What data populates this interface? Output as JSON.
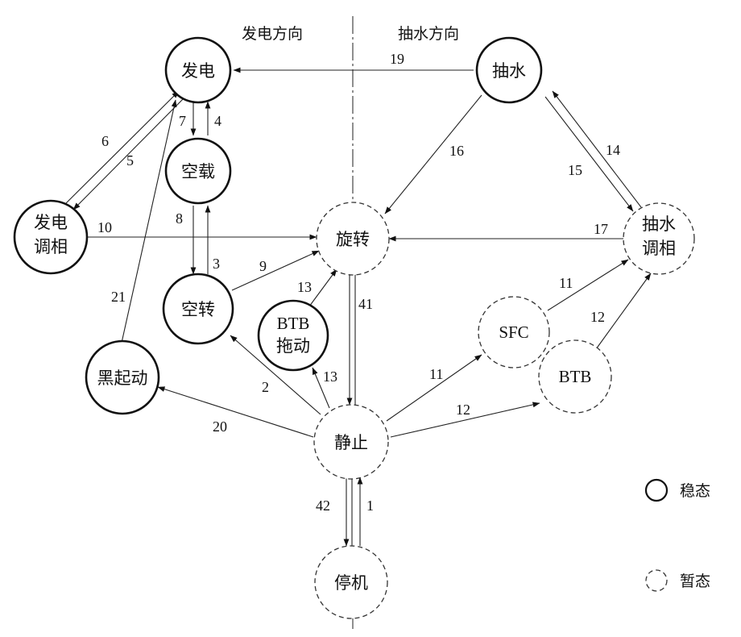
{
  "directions": {
    "generate": "发电方向",
    "pump": "抽水方向"
  },
  "nodes": {
    "generating": "发电",
    "pumping": "抽水",
    "no_load": "空载",
    "gen_condenser_line1": "发电",
    "gen_condenser_line2": "调相",
    "spinning": "旋转",
    "pump_condenser_line1": "抽水",
    "pump_condenser_line2": "调相",
    "idle_spin": "空转",
    "btb_drive_line1": "BTB",
    "btb_drive_line2": "拖动",
    "sfc": "SFC",
    "btb": "BTB",
    "black_start": "黑起动",
    "standstill": "静止",
    "shutdown": "停机"
  },
  "edges": {
    "e19": "19",
    "e16": "16",
    "e14": "14",
    "e15": "15",
    "e7": "7",
    "e4": "4",
    "e6": "6",
    "e5": "5",
    "e8": "8",
    "e3": "3",
    "e10": "10",
    "e17": "17",
    "e9": "9",
    "e13a": "13",
    "e13b": "13",
    "e41": "41",
    "e11a": "11",
    "e11b": "11",
    "e12a": "12",
    "e12b": "12",
    "e21": "21",
    "e2": "2",
    "e20": "20",
    "e42": "42",
    "e1": "1"
  },
  "legend": {
    "steady": "稳态",
    "transient": "暂态"
  }
}
